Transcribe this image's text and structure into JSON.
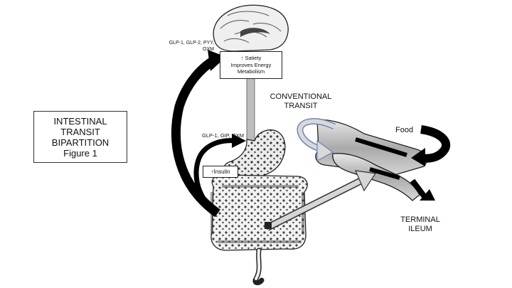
{
  "title_box": {
    "lines": [
      "INTESTINAL",
      "TRANSIT",
      "BIPARTITION",
      "Figure 1"
    ]
  },
  "brain_hormones": {
    "line1": "GLP-1, GLP-2, PYY,",
    "line2": "OXM"
  },
  "satiety_box": {
    "line1": "↑ Satiety",
    "line2": "Improves Energy",
    "line3": "Metabolism"
  },
  "gut_hormones": "GLP-1, GIP, OXM",
  "insulin_box": "↑Insulin",
  "conventional": {
    "line1": "CONVENTIONAL",
    "line2": "TRANSIT"
  },
  "food": "Food",
  "terminal": {
    "line1": "TERMINAL",
    "line2": "ILEUM"
  },
  "colors": {
    "arrow_black": "#000000",
    "arrow_grey": "#cfcfcf",
    "arrow_outline_blue": "#6f86b5",
    "tube_grey": "#b9b9b9",
    "organ_outline": "#222222"
  }
}
